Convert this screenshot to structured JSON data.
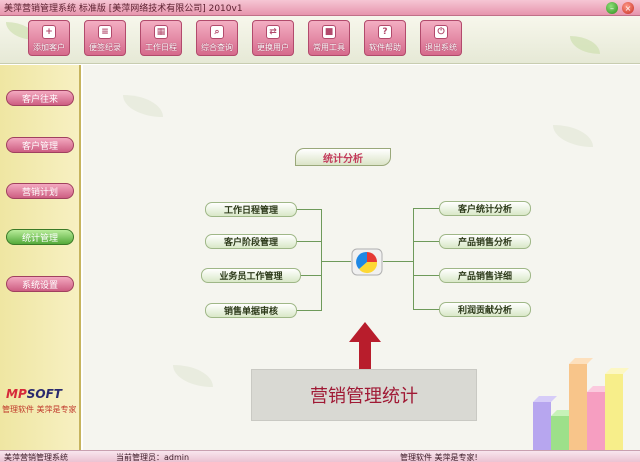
{
  "window": {
    "title": "美萍营销管理系统    标准版 [美萍网络技术有限公司] 2010v1"
  },
  "toolbar": {
    "buttons": [
      {
        "label": "添加客户",
        "icon": "person-add-icon"
      },
      {
        "label": "便签纪录",
        "icon": "notes-icon"
      },
      {
        "label": "工作日程",
        "icon": "calendar-icon"
      },
      {
        "label": "综合查询",
        "icon": "search-icon"
      },
      {
        "label": "更换用户",
        "icon": "switch-user-icon"
      },
      {
        "label": "常用工具",
        "icon": "tools-icon"
      },
      {
        "label": "软件帮助",
        "icon": "help-icon"
      },
      {
        "label": "退出系统",
        "icon": "exit-icon"
      }
    ]
  },
  "sidebar": {
    "items": [
      {
        "label": "客户往来"
      },
      {
        "label": "客户管理"
      },
      {
        "label": "营销计划"
      },
      {
        "label": "统计管理"
      },
      {
        "label": "系统设置"
      }
    ],
    "logo_left": "MP",
    "logo_right": "SOFT",
    "slogan": "管理软件  美萍是专家"
  },
  "main": {
    "header": "统计分析",
    "left_nodes": [
      {
        "label": "工作日程管理"
      },
      {
        "label": "客户阶段管理"
      },
      {
        "label": "业务员工作管理"
      },
      {
        "label": "销售单据审核"
      }
    ],
    "right_nodes": [
      {
        "label": "客户统计分析"
      },
      {
        "label": "产品销售分析"
      },
      {
        "label": "产品销售详细"
      },
      {
        "label": "利润贡献分析"
      }
    ],
    "caption": "营销管理统计"
  },
  "statusbar": {
    "app": "美萍营销管理系统",
    "admin": "当前管理员：admin",
    "slogan": "管理软件 美萍是专家!"
  },
  "colors": {
    "accent_pink": "#d66a8c",
    "active_green": "#54aa3a",
    "caption_red": "#a01a35"
  }
}
